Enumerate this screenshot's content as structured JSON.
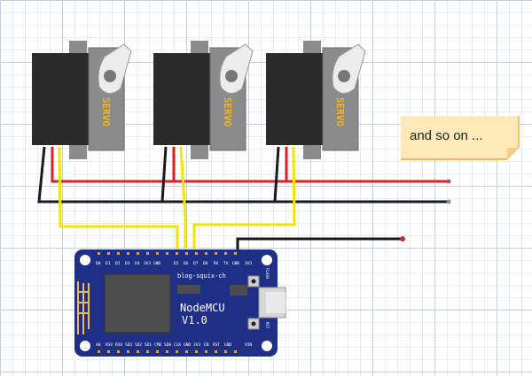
{
  "servo": {
    "label": "SERVO",
    "count_shown": 3
  },
  "note": {
    "text": "and so on ..."
  },
  "board": {
    "name_line1": "NodeMCU",
    "name_line2": "V1.0",
    "site": "blog-squix-ch",
    "top_pins": [
      "D0",
      "D1",
      "D2",
      "D3",
      "D4",
      "3V3",
      "GND",
      "D5",
      "D6",
      "D7",
      "D8",
      "RX",
      "TX",
      "GND",
      "3V3"
    ],
    "bottom_pins": [
      "A0",
      "RSV",
      "RSV",
      "SD3",
      "SD2",
      "SD1",
      "CMD",
      "SD0",
      "CLK",
      "GND",
      "3V3",
      "EN",
      "RST",
      "GND",
      "VIN"
    ],
    "button_flash": "FLASH",
    "button_rst": "RST"
  },
  "colors": {
    "wire_red": "#e02020",
    "wire_black": "#1a1a1a",
    "wire_yellow": "#f2e600",
    "board_blue": "#1f2f86",
    "servo_body": "#2b2b2b",
    "servo_side": "#8a8a8a",
    "servo_label": "#f3b51b",
    "note_fill": "#ffe9b8"
  }
}
